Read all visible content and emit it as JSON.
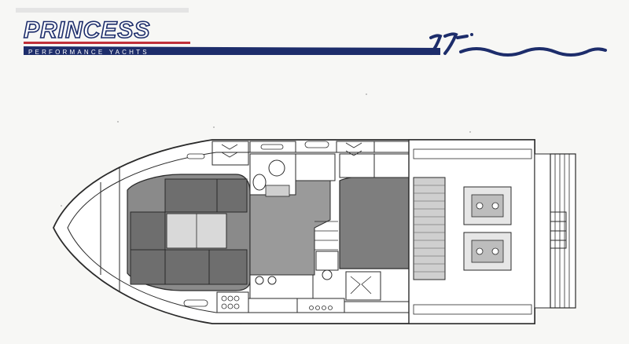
{
  "brand": {
    "name": "PRINCESS",
    "tagline": "PERFORMANCE YACHTS",
    "primary_color": "#1d2d6b",
    "accent_color": "#c0303a"
  },
  "drawing": {
    "subject": "yacht-deck-plan",
    "fill_color": "#8a8a8a",
    "cushion_color": "#6e6e6e",
    "line_color": "#2a2a2a"
  }
}
